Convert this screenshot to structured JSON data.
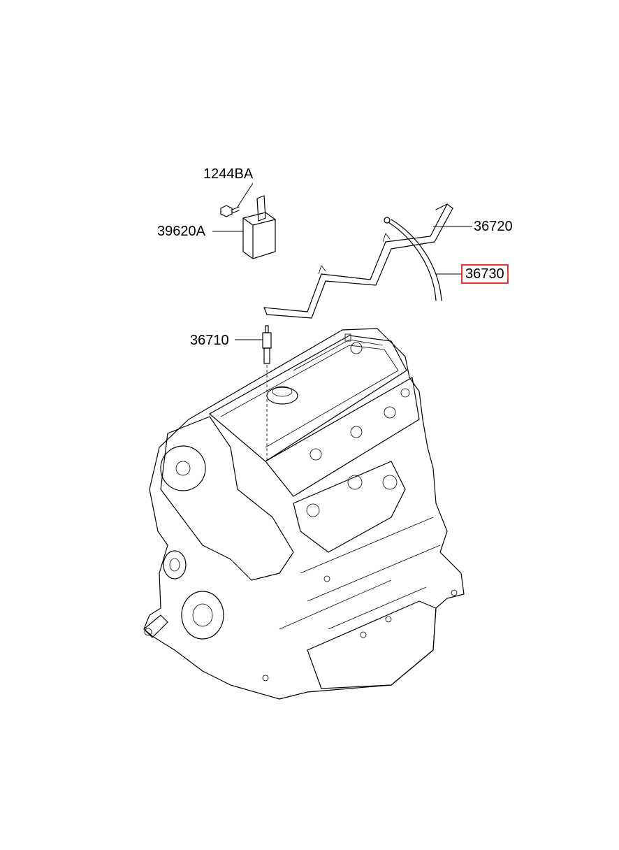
{
  "callouts": {
    "bolt": "1244BA",
    "relay": "39620A",
    "glow_plug": "36710",
    "plate": "36720",
    "cable": "36730"
  },
  "highlight": {
    "part": "36730",
    "color": "#e53935"
  }
}
